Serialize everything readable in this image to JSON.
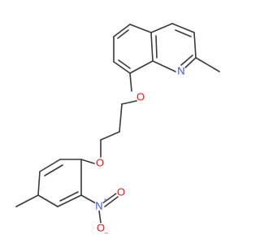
{
  "structure": {
    "atoms": {
      "N_ring": {
        "label": "N",
        "color": "#3050f8"
      },
      "O_quin": {
        "label": "O",
        "color": "#ff0d0d"
      },
      "O_ether": {
        "label": "O",
        "color": "#ff0d0d"
      },
      "N_nitro": {
        "label": "N",
        "color": "#3050f8",
        "charge": "+"
      },
      "O_nitro_top": {
        "label": "O",
        "color": "#ff0d0d"
      },
      "O_nitro_bottom": {
        "label": "O",
        "color": "#ff0d0d",
        "charge": "−"
      }
    }
  }
}
